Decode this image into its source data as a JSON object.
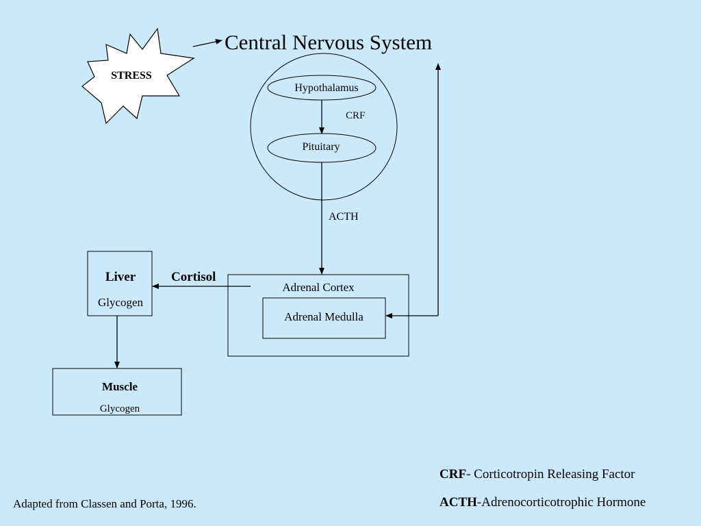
{
  "diagram": {
    "stress_label": "STRESS",
    "cns_title": "Central Nervous System",
    "hypothalamus": "Hypothalamus",
    "crf_label": "CRF",
    "pituitary": "Pituitary",
    "acth_label": "ACTH",
    "adrenal_cortex": "Adrenal Cortex",
    "adrenal_medulla": "Adrenal Medulla",
    "cortisol_label": "Cortisol",
    "liver_title": "Liver",
    "liver_sub": "Glycogen",
    "muscle_title": "Muscle",
    "muscle_sub": "Glycogen"
  },
  "legend": {
    "crf_abbr": "CRF",
    "crf_text": "- Corticotropin Releasing Factor",
    "acth_abbr": "ACTH",
    "acth_text": "-Adrenocorticotrophic Hormone"
  },
  "footer": {
    "citation": "Adapted from Classen and Porta, 1996."
  }
}
